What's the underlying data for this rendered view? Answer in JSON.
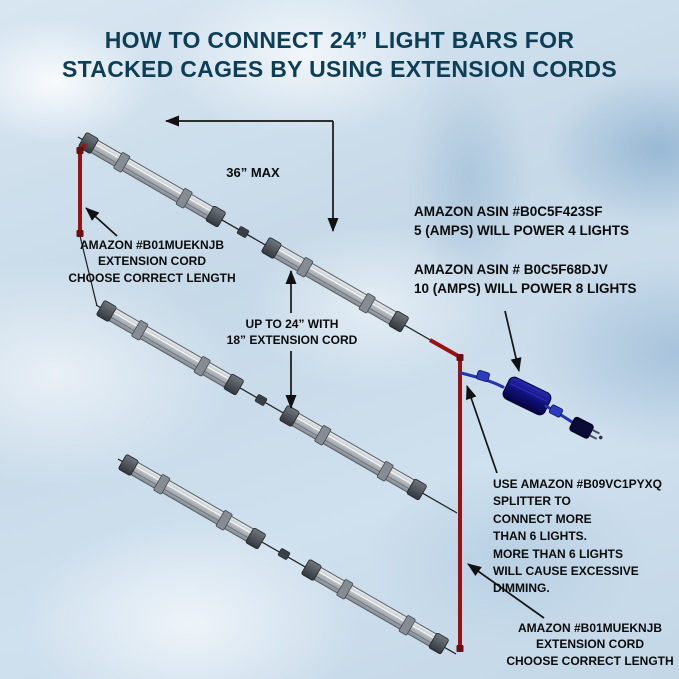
{
  "title": {
    "line1": "HOW TO CONNECT 24” LIGHT BARS FOR",
    "line2": "STACKED CAGES BY USING EXTENSION CORDS"
  },
  "labels": {
    "dim_36_max": "36” MAX",
    "extension_cord_left": "AMAZON #B01MUEKNJB\nEXTENSION CORD\nCHOOSE CORRECT LENGTH",
    "up_to_24": "UP TO 24” WITH\n18” EXTENSION CORD",
    "asin_4_lights": "AMAZON ASIN #B0C5F423SF\n5 (AMPS) WILL POWER 4 LIGHTS",
    "asin_8_lights": "AMAZON ASIN # B0C5F68DJV\n10 (AMPS) WILL POWER 8 LIGHTS",
    "splitter_note": "USE AMAZON #B09VC1PYXQ\nSPLITTER TO\nCONNECT MORE\nTHAN 6 LIGHTS.\nMORE THAN 6 LIGHTS\nWILL CAUSE EXCESSIVE\nDIMMING.",
    "extension_cord_bottom": "AMAZON #B01MUEKNJB\nEXTENSION CORD\nCHOOSE CORRECT LENGTH"
  },
  "colors": {
    "title_ink": "#0d3e55",
    "label_ink": "#0b0b0b",
    "cord_red": "#991212",
    "cable_blue": "#2334b0",
    "splitter_navy": "#10106e",
    "background_base": "#cfe0ed"
  }
}
